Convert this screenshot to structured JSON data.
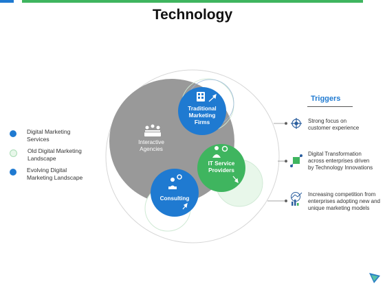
{
  "title": "Technology",
  "legend": [
    {
      "label": "Digital Marketing Services",
      "lines": [
        "Digital Marketing",
        "Services"
      ],
      "style": "solid-blue",
      "color": "#1f7ad1"
    },
    {
      "label": "Old Digital Marketing Landscape",
      "lines": [
        "Old Digital Marketing",
        "Landscape"
      ],
      "style": "outline-green",
      "color": "#e8f7ea"
    },
    {
      "label": "Evolving Digital Marketing Landscape",
      "lines": [
        "Evolving  Digital",
        "Marketing Landscape"
      ],
      "style": "solid-blue",
      "color": "#1f7ad1"
    }
  ],
  "bubbles": {
    "traditional": {
      "lines": [
        "Traditional",
        "Marketing",
        "Firms"
      ],
      "icon": "building-icon",
      "color": "#1f7ad1"
    },
    "interactive": {
      "lines": [
        "Interactive",
        "Agencies"
      ],
      "icon": "people-meeting-icon",
      "color": "#999999"
    },
    "it_service": {
      "lines": [
        "IT Service",
        "Providers"
      ],
      "icon": "person-gear-icon",
      "color": "#3fb55f"
    },
    "consulting": {
      "lines": [
        "Consulting"
      ],
      "icon": "consultant-gear-icon",
      "color": "#1f7ad1"
    }
  },
  "triggers": {
    "title": "Triggers",
    "items": [
      {
        "lines": [
          "Strong focus on",
          "customer experience"
        ],
        "icon": "target-user-icon"
      },
      {
        "lines": [
          "Digital Transformation",
          "across enterprises driven",
          "by Technology Innovations"
        ],
        "icon": "circuit-icon"
      },
      {
        "lines": [
          "Increasing competition from",
          "enterprises adopting  new and",
          "unique marketing models"
        ],
        "icon": "chart-growth-icon"
      }
    ]
  },
  "colors": {
    "blue": "#1f7ad1",
    "green": "#3fb55f",
    "gray": "#999999",
    "light_green": "#e8f7ea"
  }
}
